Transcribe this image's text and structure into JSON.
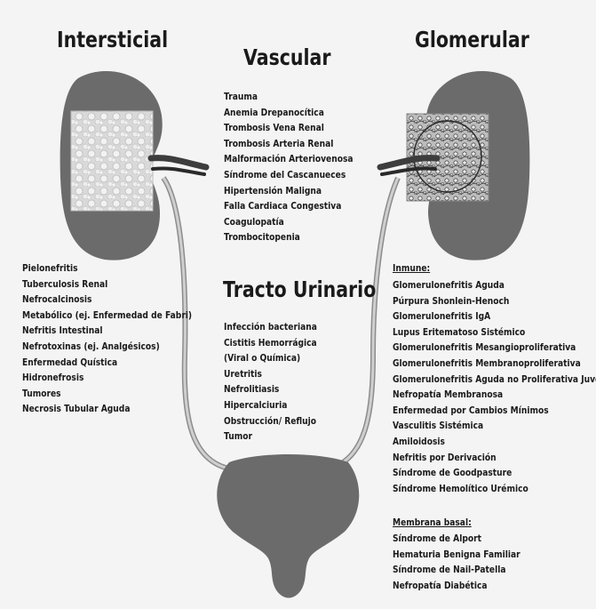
{
  "titles": {
    "intersticial": "Intersticial",
    "glomerular": "Glomerular",
    "vascular": "Vascular",
    "tracto_urinario": "Tracto Urinario"
  },
  "vascular_items": [
    "Trauma",
    "Anemia Drepanocítica",
    "Trombosis Vena Renal",
    "Trombosis Arteria Renal",
    "Malformación Arteriovenosa",
    "Síndrome del Cascanueces",
    "Hipertensión Maligna",
    "Falla Cardiaca Congestiva",
    "Coagulopatía",
    "Trombocitopenia"
  ],
  "tracto_items": [
    "Infección bacteriana",
    "Cistitis Hemorrágica",
    "(Viral o Química)",
    "Uretritis",
    "Nefrolitiasis",
    "Hipercalciuria",
    "Obstrucción/ Reflujo",
    "Tumor"
  ],
  "intersticial_items": [
    "Pielonefritis",
    "Tuberculosis Renal",
    "Nefrocalcinosis",
    "Metabólico (ej. Enfermedad de Fabri)",
    "Nefritis Intestinal",
    "Nefrotoxinas (ej. Analgésicos)",
    "Enfermedad Quística",
    "Hidronefrosis",
    "Tumores",
    "Necrosis Tubular Aguda"
  ],
  "inmune": {
    "header": "Inmune:",
    "items": [
      "Glomerulonefritis Aguda",
      "Púrpura Shonlein-Henoch",
      "Glomerulonefritis IgA",
      "Lupus Eritematoso Sistémico",
      "Glomerulonefritis Mesangioproliferativa",
      "Glomerulonefritis Membranoproliferativa",
      "Glomerulonefritis Aguda no Proliferativa Juvenil",
      "Nefropatía Membranosa",
      "Enfermedad por Cambios Mínimos",
      "Vasculitis Sistémica",
      "Amiloidosis",
      "Nefritis por Derivación",
      "Síndrome de Goodpasture",
      "Síndrome Hemolítico Urémico"
    ]
  },
  "membrana": {
    "header": "Membrana basal:",
    "items": [
      "Síndrome de Alport",
      "Hematuria Benigna Familiar",
      "Síndrome de Nail-Patella",
      "Nefropatía Diabética"
    ]
  },
  "colors": {
    "kidney": "#6b6b6b",
    "ureter": "#9a9a9a",
    "vessel": "#3d3d3d",
    "background": "#f4f4f4"
  }
}
